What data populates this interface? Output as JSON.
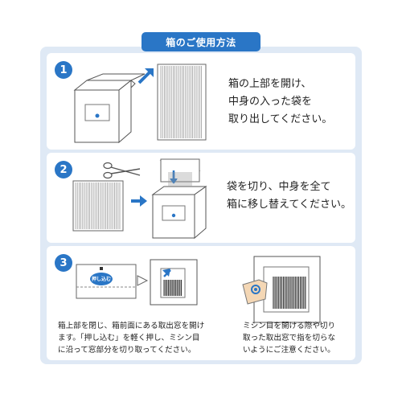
{
  "header": {
    "title": "箱のご使用方法"
  },
  "steps": [
    {
      "number": "1",
      "text": "箱の上部を開け、\n中身の入った袋を\n取り出してください。"
    },
    {
      "number": "2",
      "text": "袋を切り、中身を全て\n箱に移し替えてください。"
    },
    {
      "number": "3",
      "seal_label": "押し込む",
      "left_text": "箱上部を閉じ、箱前面にある取出窓を開け\nます。「押し込む」を軽く押し、ミシン目\nに沿って窓部分を切り取ってください。",
      "right_text": "ミシン目を開ける際や切り\n取った取出窓で指を切らな\nいようにご注意ください。"
    }
  ],
  "colors": {
    "accent": "#2a76c6",
    "frame_bg": "#dfe9f5"
  }
}
